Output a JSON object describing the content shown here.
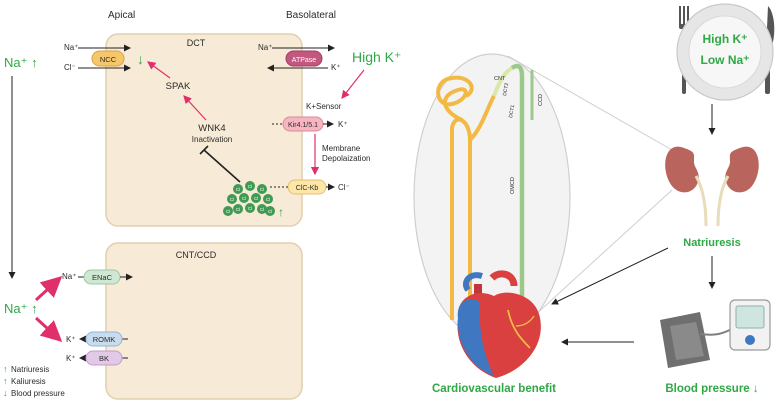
{
  "labels": {
    "apical": "Apical",
    "basolateral": "Basolateral",
    "dct": "DCT",
    "cnt_ccd": "CNT/CCD",
    "ncc": "NCC",
    "atpase": "ATPase",
    "kir": "Kir4.1/5.1",
    "clc": "ClC-Kb",
    "enac": "ENaC",
    "romk": "ROMK",
    "bk": "BK",
    "spak": "SPAK",
    "wnk4": "WNK4",
    "inactivation": "Inactivation",
    "k_sensor": "K+Sensor",
    "membrane_line1": "Membrane",
    "membrane_line2": "Depolaization",
    "high_k": "High K⁺",
    "na_up": "Na⁺ ↑",
    "na": "Na⁺",
    "k": "K⁺",
    "cl": "Cl⁻",
    "cl_small": "Cl",
    "up_arrow": "↑",
    "down_arrow": "↓",
    "plate_high_k": "High K⁺",
    "plate_low_na": "Low Na⁺",
    "natriuresis": "Natriuresis",
    "cardio_benefit": "Cardiovascular benefit",
    "blood_pressure": "Blood pressure ↓",
    "nephron_cnt": "CNT",
    "nephron_dct2": "DCT2",
    "nephron_dct1": "DCT1",
    "nephron_ccd": "CCD",
    "nephron_omcd": "OMCD"
  },
  "legend": [
    {
      "arrow": "↑",
      "text": "Natriuresis"
    },
    {
      "arrow": "↑",
      "text": "Kaliuresis"
    },
    {
      "arrow": "↓",
      "text": "Blood pressure"
    }
  ],
  "colors": {
    "green": "#2fa845",
    "pink": "#e0306a",
    "cell_fill": "#f7ead6",
    "cell_stroke": "#e2cfae"
  }
}
